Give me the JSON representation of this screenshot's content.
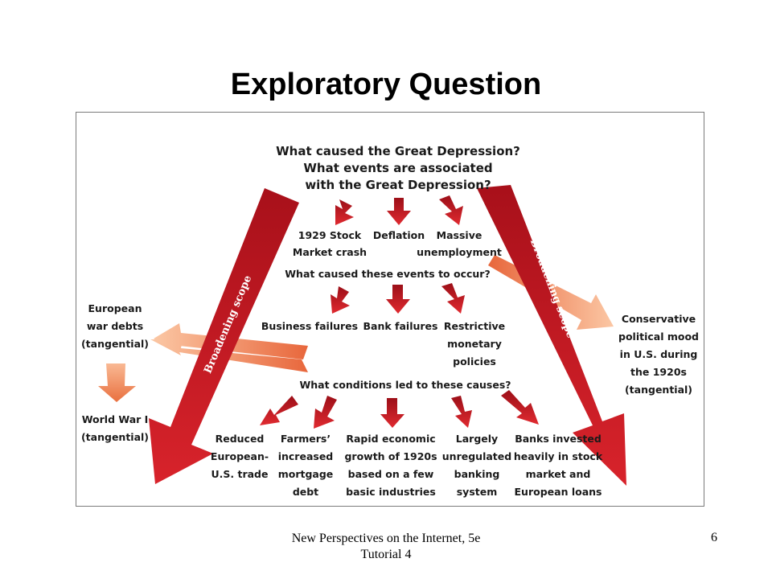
{
  "slide": {
    "title": "Exploratory Question",
    "footer_line1": "New Perspectives on the Internet, 5e",
    "footer_line2": "Tutorial 4",
    "page_number": "6"
  },
  "diagram": {
    "colors": {
      "arrow_dark": "#b3121c",
      "arrow_mid": "#d4202a",
      "arrow_light": "#f5a77a",
      "arrow_light_end": "#e8673c"
    },
    "question_lines": [
      "What caused the Great Depression?",
      "What events are associated",
      "with the Great Depression?"
    ],
    "scope_label": "Broadening scope",
    "level1_question": "What caused these events to occur?",
    "level2_question": "What conditions led to these causes?",
    "events": [
      [
        "1929 Stock",
        "Market crash"
      ],
      [
        "Deflation"
      ],
      [
        "Massive",
        "unemployment"
      ]
    ],
    "causes": [
      [
        "Business failures"
      ],
      [
        "Bank failures"
      ],
      [
        "Restrictive",
        "monetary",
        "policies"
      ]
    ],
    "conditions": [
      [
        "Reduced",
        "European-",
        "U.S. trade"
      ],
      [
        "Farmers’",
        "increased",
        "mortgage",
        "debt"
      ],
      [
        "Rapid economic",
        "growth of 1920s",
        "based on a few",
        "basic industries"
      ],
      [
        "Largely",
        "unregulated",
        "banking",
        "system"
      ],
      [
        "Banks invested",
        "heavily in stock",
        "market and",
        "European loans"
      ]
    ],
    "tangential_left_1": [
      "European",
      "war debts",
      "(tangential)"
    ],
    "tangential_left_2": [
      "World War I",
      "(tangential)"
    ],
    "tangential_right": [
      "Conservative",
      "political mood",
      "in U.S. during",
      "the 1920s",
      "(tangential)"
    ]
  }
}
